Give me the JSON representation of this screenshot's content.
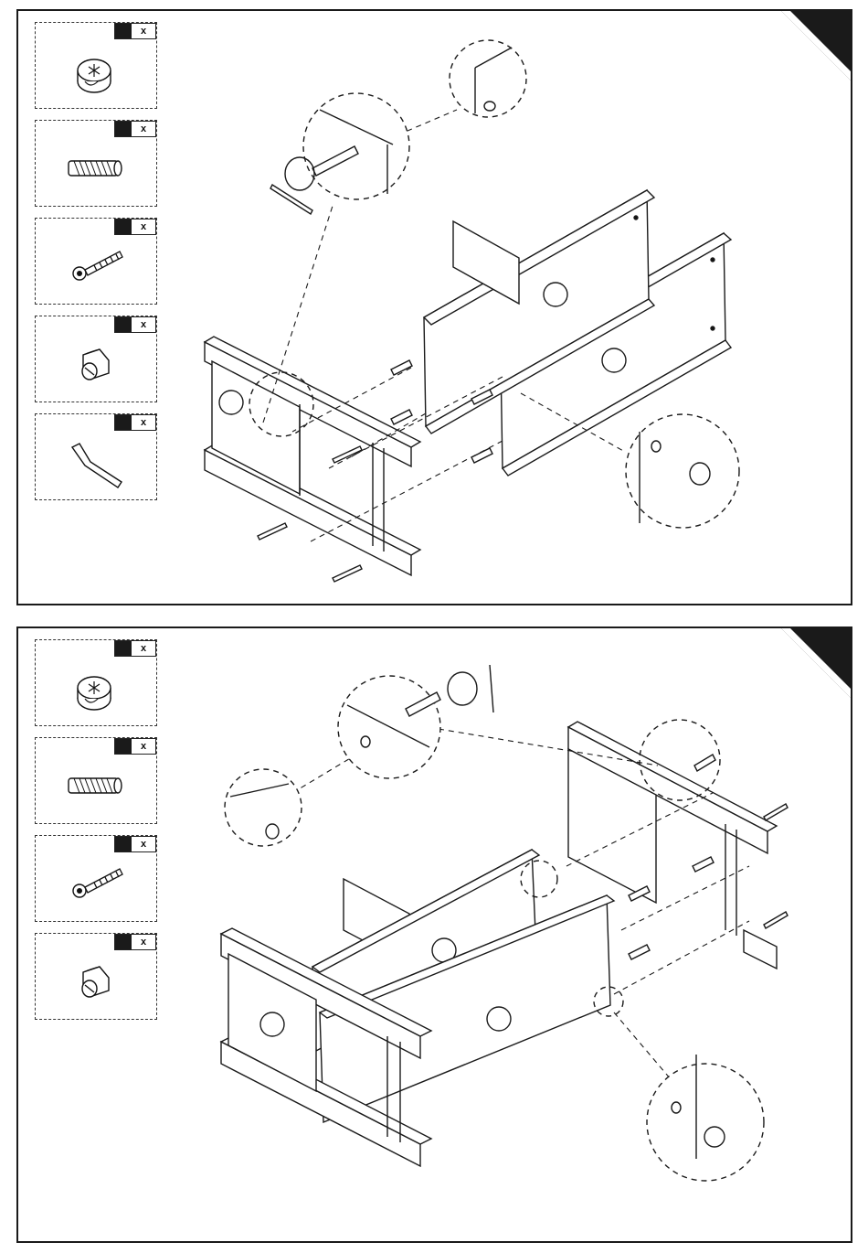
{
  "steps": [
    {
      "parts": [
        {
          "icon": "cam-lock-icon",
          "qty_label": "x"
        },
        {
          "icon": "wooden-dowel-icon",
          "qty_label": "x"
        },
        {
          "icon": "cam-bolt-icon",
          "qty_label": "x"
        },
        {
          "icon": "barrel-nut-icon",
          "qty_label": "x"
        },
        {
          "icon": "allen-key-icon",
          "qty_label": "x"
        }
      ]
    },
    {
      "parts": [
        {
          "icon": "cam-lock-icon",
          "qty_label": "x"
        },
        {
          "icon": "wooden-dowel-icon",
          "qty_label": "x"
        },
        {
          "icon": "cam-bolt-icon",
          "qty_label": "x"
        },
        {
          "icon": "barrel-nut-icon",
          "qty_label": "x"
        }
      ]
    }
  ],
  "colors": {
    "line": "#1a1a1a",
    "fill": "#ffffff",
    "accent": "#1a1a1a"
  }
}
